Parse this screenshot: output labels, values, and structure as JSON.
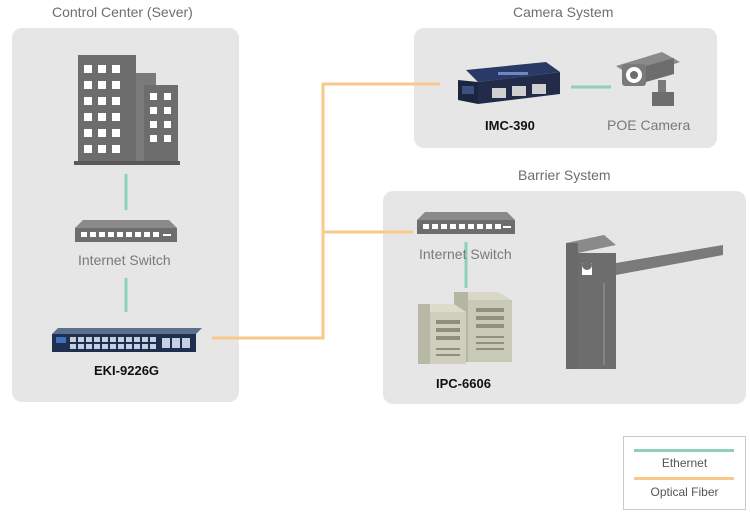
{
  "groups": {
    "control_center": {
      "title": "Control Center (Sever)"
    },
    "camera_system": {
      "title": "Camera System"
    },
    "barrier_system": {
      "title": "Barrier System"
    }
  },
  "devices": {
    "internet_switch_left": "Internet Switch",
    "eki": "EKI-9226G",
    "imc": "IMC-390",
    "poe_camera": "POE Camera",
    "internet_switch_right": "Internet Switch",
    "ipc": "IPC-6606"
  },
  "legend": {
    "items": [
      {
        "label": "Ethernet",
        "color": "#8fd0b8"
      },
      {
        "label": "Optical Fiber",
        "color": "#f7c98a"
      }
    ]
  },
  "colors": {
    "ethernet": "#8fd0b8",
    "fiber": "#f7c98a",
    "icon_gray": "#6d6d6d",
    "panel": "#e6e6e6"
  }
}
